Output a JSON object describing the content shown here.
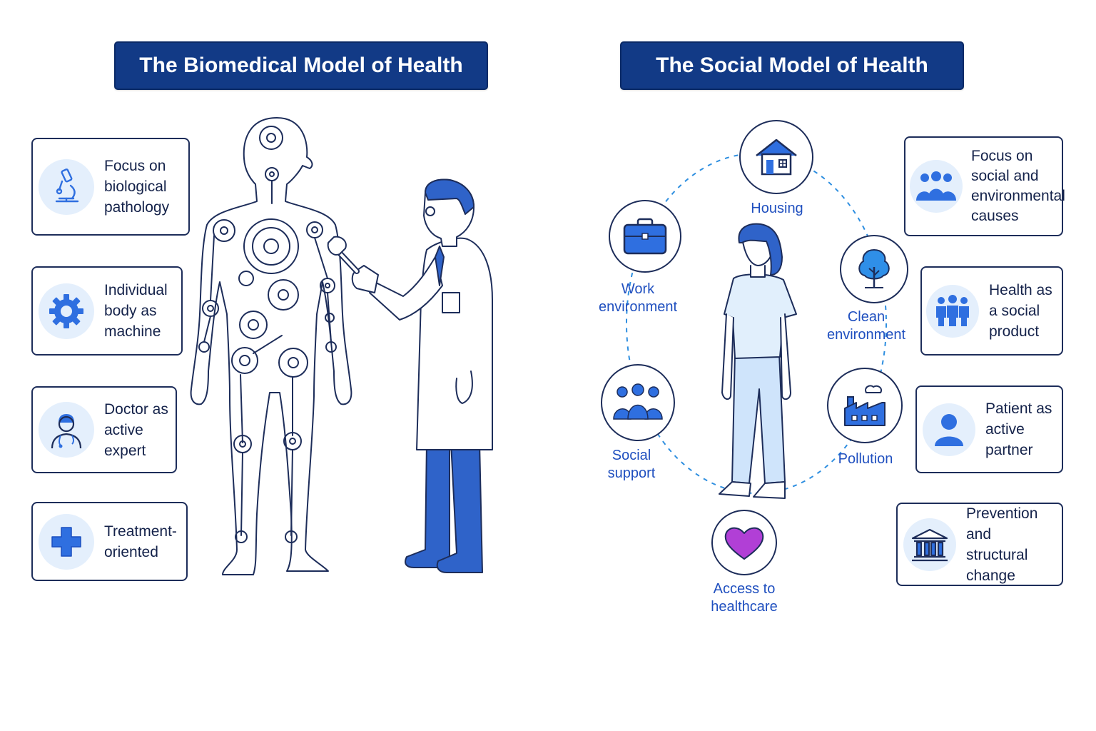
{
  "left_panel": {
    "title": "The Biomedical Model of Health",
    "cards": [
      {
        "icon": "microscope-icon",
        "lines": [
          "Focus on",
          "biological",
          "pathology"
        ]
      },
      {
        "icon": "gear-icon",
        "lines": [
          "Individual",
          "body as",
          "machine"
        ]
      },
      {
        "icon": "doctor-icon",
        "lines": [
          "Doctor as",
          "active",
          "expert"
        ]
      },
      {
        "icon": "medical-cross-icon",
        "lines": [
          "Treatment-",
          "oriented"
        ]
      }
    ]
  },
  "right_panel": {
    "title": "The Social Model of Health",
    "determinants": [
      {
        "icon": "house-icon",
        "lines": [
          "Housing"
        ]
      },
      {
        "icon": "briefcase-icon",
        "lines": [
          "Work",
          "environment"
        ]
      },
      {
        "icon": "tree-icon",
        "lines": [
          "Clean",
          "environment"
        ]
      },
      {
        "icon": "community-icon",
        "lines": [
          "Social",
          "support"
        ]
      },
      {
        "icon": "factory-icon",
        "lines": [
          "Pollution"
        ]
      },
      {
        "icon": "heart-icon",
        "lines": [
          "Access to",
          "healthcare"
        ]
      }
    ],
    "cards": [
      {
        "icon": "group-icon",
        "lines": [
          "Focus on",
          "social and",
          "environmental",
          "causes"
        ]
      },
      {
        "icon": "people-icon",
        "lines": [
          "Health as",
          "a social",
          "product"
        ]
      },
      {
        "icon": "person-icon",
        "lines": [
          "Patient as",
          "active",
          "partner"
        ]
      },
      {
        "icon": "institution-icon",
        "lines": [
          "Prevention",
          "and structural",
          "change"
        ]
      }
    ]
  },
  "colors": {
    "banner": "#123a86",
    "accent_blue": "#2f6fe0",
    "light_blue": "#e4effc",
    "heart": "#b13fd6",
    "outline": "#1d2d5a"
  }
}
